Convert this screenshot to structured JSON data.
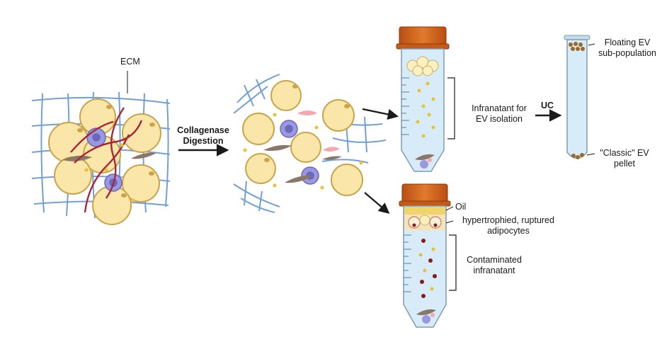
{
  "labels": {
    "ecm": "ECM",
    "collagenase": [
      "Collagenase",
      "Digestion"
    ],
    "infranatant_ev": [
      "Infranatant for",
      "EV isolation"
    ],
    "uc": "UC",
    "floating": [
      "Floating EV",
      "sub-population"
    ],
    "classic": [
      "\"Classic\" EV",
      "pellet"
    ],
    "oil": "Oil",
    "hypertrophied": [
      "hypertrophied, ruptured",
      "adipocytes"
    ],
    "contaminated": [
      "Contaminated",
      "infranatant"
    ]
  },
  "colors": {
    "adipocyte_fill": "#f9e6a8",
    "adipocyte_stroke": "#c9a44a",
    "mesh": "#5a8fd0",
    "vessel": "#a8263c",
    "cap": "#d9651e",
    "tube_fill": "#d7ecf8",
    "ev_dot": "#e8c232",
    "pellet": "#9b6a2a",
    "immune_cell": "#8a8ad8",
    "fibroblast": "#8b7768",
    "blood_dot": "#8b1a1a"
  }
}
